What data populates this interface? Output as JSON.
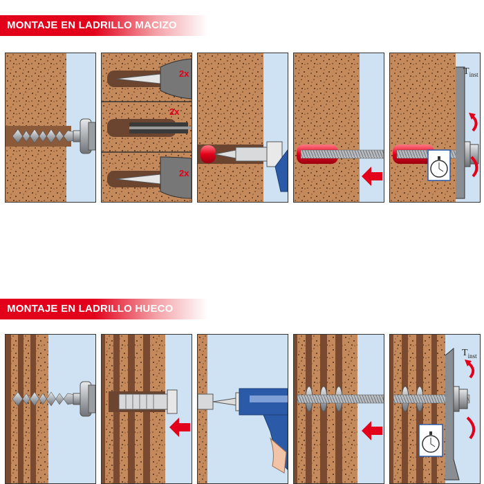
{
  "sections": {
    "solid": {
      "title": "MONTAJE EN LADRILLO MACIZO"
    },
    "hollow": {
      "title": "MONTAJE EN LADRILLO HUECO"
    }
  },
  "labels": {
    "repeat_count": "2x",
    "torque_letter": "T",
    "torque_sub": "inst"
  },
  "colors": {
    "brick": "#c58a5c",
    "brick_dots": "#4a2a18",
    "air": "#cfe2f3",
    "steel": "#b8bcc0",
    "mortar_red": "#e2001a",
    "gun_blue": "#2b5aa8"
  },
  "icons": {
    "drill": "drill-bit-icon",
    "brush": "cleaning-brush-icon",
    "pump": "blow-out-pump-icon",
    "cartridge": "injection-cartridge-icon",
    "arrow": "insert-arrow-icon",
    "torque": "torque-rotation-icon",
    "timer": "stopwatch-icon"
  }
}
